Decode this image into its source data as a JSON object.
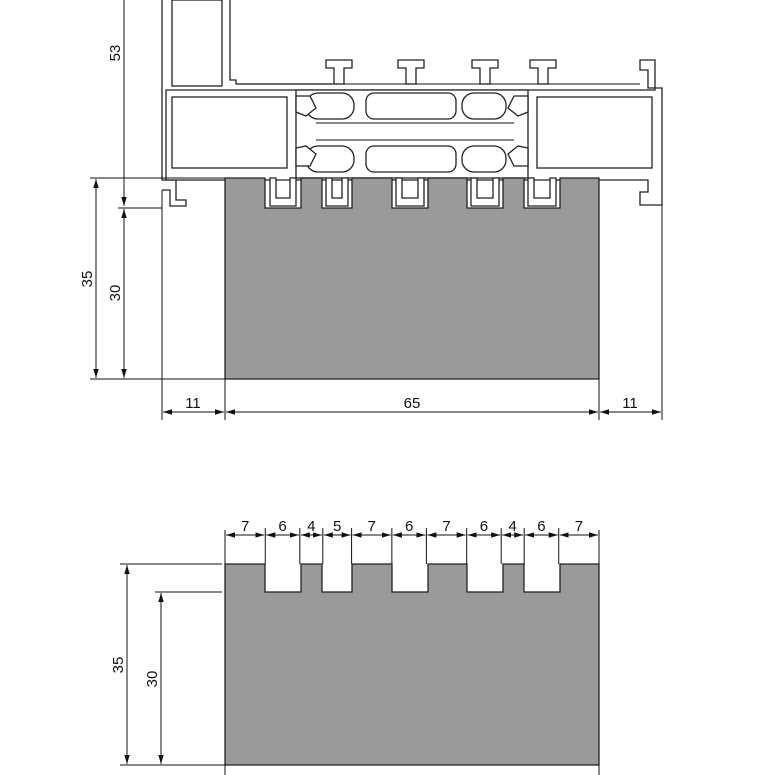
{
  "top_view": {
    "dims": {
      "height_53": "53",
      "height_35": "35",
      "height_30": "30",
      "width_left": "11",
      "width_main": "65",
      "width_right": "11"
    }
  },
  "bottom_view": {
    "segments": [
      "7",
      "6",
      "4",
      "5",
      "7",
      "6",
      "7",
      "6",
      "4",
      "6",
      "7"
    ],
    "height_35": "35",
    "height_30": "30"
  },
  "colors": {
    "block_fill": "#9a9a9a",
    "line": "#111111"
  }
}
